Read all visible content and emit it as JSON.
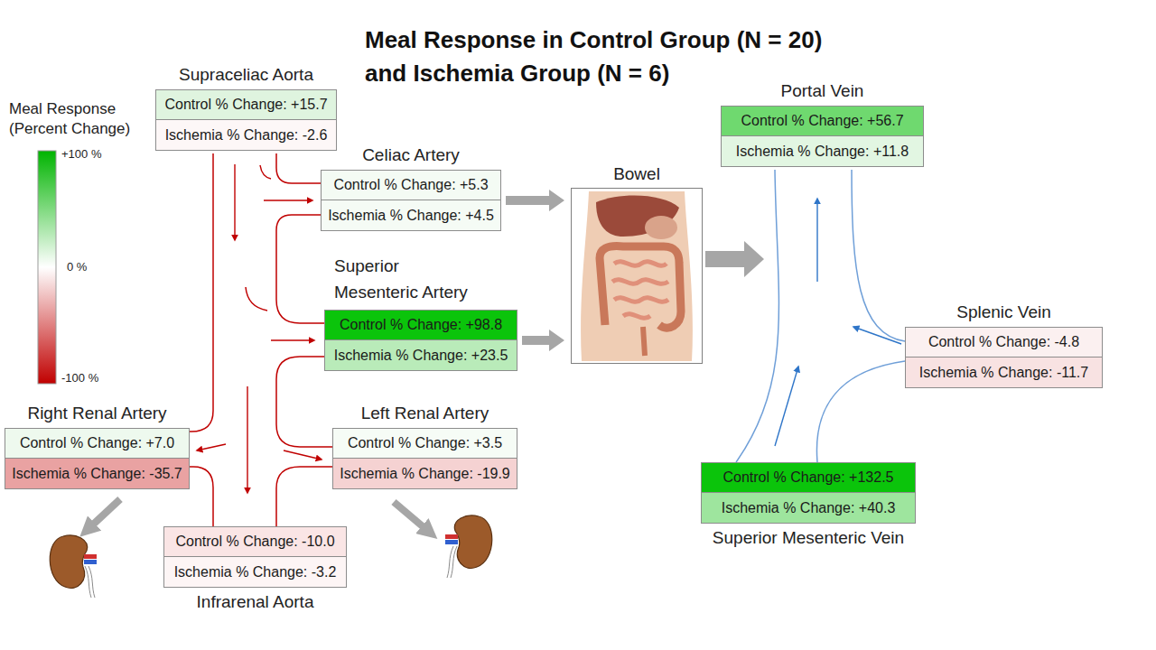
{
  "diagram": {
    "title": "Meal Response in Control Group (N = 20) and Ischemia Group (N = 6)",
    "nodes": [
      {
        "text": [
          "Supraceliac Aorta",
          "Control % Change: +15.7",
          "Ischemia % Change: -2.6"
        ]
      },
      {
        "text": [
          "Celiac Artery",
          "Control % Change: +5.3",
          "Ischemia % Change: +4.5"
        ]
      },
      {
        "text": [
          "Superior Mesenteric Artery",
          "Control % Change: +98.8",
          "Ischemia % Change: +23.5"
        ]
      },
      {
        "text": [
          "Bowel"
        ]
      },
      {
        "text": [
          "Portal Vein",
          "Control % Change: +56.7",
          "Ischemia % Change: +11.8"
        ]
      },
      {
        "text": [
          "Splenic Vein",
          "Control % Change: -4.8",
          "Ischemia % Change: -11.7"
        ]
      },
      {
        "text": [
          "Right Renal Artery",
          "Control % Change: +7.0",
          "Ischemia % Change: -35.7"
        ]
      },
      {
        "text": [
          "Left Renal Artery",
          "Control % Change: +3.5",
          "Ischemia % Change: -19.9"
        ]
      },
      {
        "text": [
          "Superior Mesenteric Vein",
          "Control % Change: +132.5",
          "Ischemia % Change: +40.3"
        ]
      },
      {
        "text": [
          "Infrarenal Aorta",
          "Control % Change: -10.0",
          "Ischemia % Change: -3.2"
        ]
      }
    ],
    "edges": [
      {
        "from": 1,
        "to": 3,
        "arrow": "to"
      },
      {
        "from": 2,
        "to": 3,
        "arrow": "to"
      }
    ],
    "labels": [
      "Meal Response (Percent Change)",
      "+100 %",
      "0 %",
      "-100 %"
    ]
  }
}
